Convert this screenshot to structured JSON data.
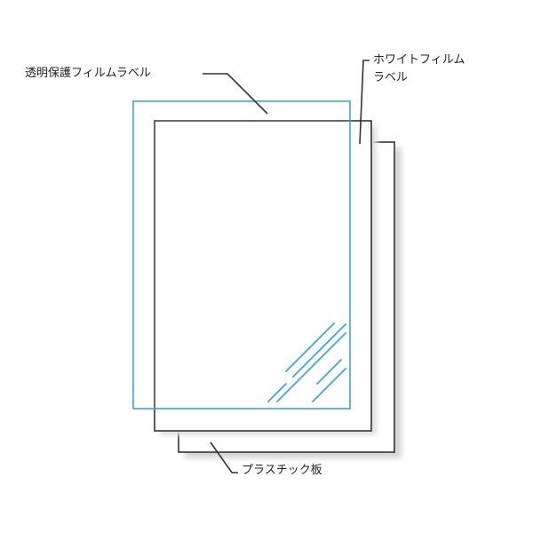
{
  "labels": {
    "clear_protective_film": "透明保護フィルムラベル",
    "white_film_line1": "ホワイトフィルム",
    "white_film_line2": "ラベル",
    "plastic_board": "プラスチック板"
  },
  "colors": {
    "clear_film_outline": "#3aa6e0",
    "white_film_outline": "#333333",
    "plastic_board_outline": "#333333",
    "leader_line": "#333333",
    "shadow": "#cfcfcf"
  }
}
